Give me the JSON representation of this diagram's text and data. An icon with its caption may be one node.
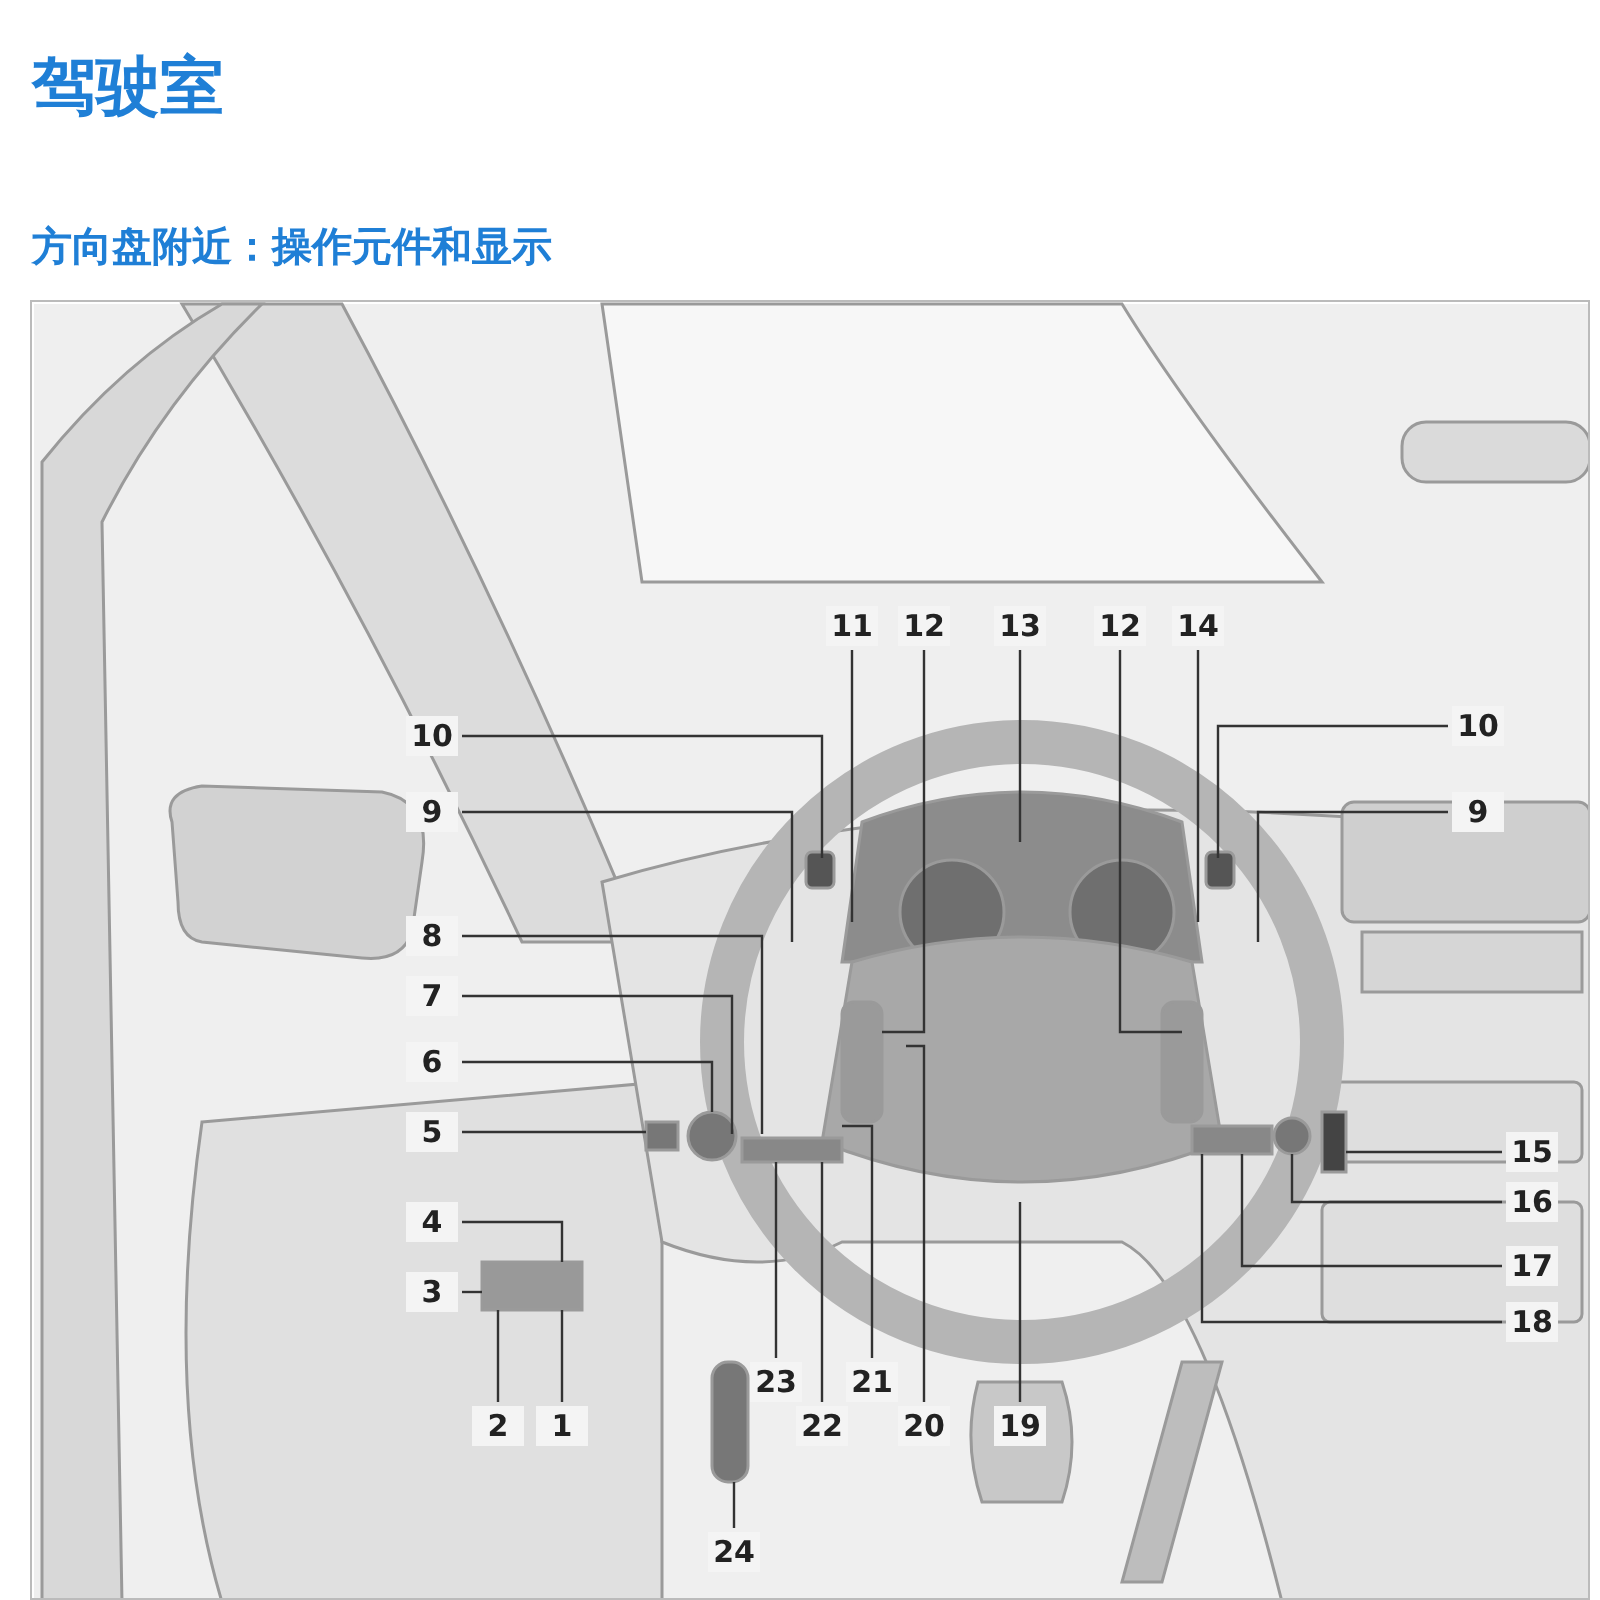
{
  "diagram": {
    "title": "驾驶室",
    "nodes": [
      {
        "text": [
          "11"
        ]
      },
      {
        "text": [
          "12"
        ]
      },
      {
        "text": [
          "13"
        ]
      },
      {
        "text": [
          "12"
        ]
      },
      {
        "text": [
          "14"
        ]
      },
      {
        "text": [
          "10"
        ]
      },
      {
        "text": [
          "10"
        ]
      },
      {
        "text": [
          "9"
        ]
      },
      {
        "text": [
          "9"
        ]
      },
      {
        "text": [
          "8"
        ]
      },
      {
        "text": [
          "7"
        ]
      },
      {
        "text": [
          "6"
        ]
      },
      {
        "text": [
          "5"
        ]
      },
      {
        "text": [
          "15"
        ]
      },
      {
        "text": [
          "16"
        ]
      },
      {
        "text": [
          "4"
        ]
      },
      {
        "text": [
          "17"
        ]
      },
      {
        "text": [
          "3"
        ]
      },
      {
        "text": [
          "18"
        ]
      },
      {
        "text": [
          "23"
        ]
      },
      {
        "text": [
          "21"
        ]
      },
      {
        "text": [
          "2"
        ]
      },
      {
        "text": [
          "1"
        ]
      },
      {
        "text": [
          "22"
        ]
      },
      {
        "text": [
          "20"
        ]
      },
      {
        "text": [
          "19"
        ]
      },
      {
        "text": [
          "24"
        ]
      }
    ],
    "edges": [
      {
        "from": 0,
        "to": null,
        "arrow": "none"
      },
      {
        "from": 1,
        "to": null,
        "arrow": "none"
      },
      {
        "from": 2,
        "to": null,
        "arrow": "none"
      },
      {
        "from": 3,
        "to": null,
        "arrow": "none"
      },
      {
        "from": 4,
        "to": null,
        "arrow": "none"
      },
      {
        "from": 5,
        "to": null,
        "arrow": "none"
      },
      {
        "from": 6,
        "to": null,
        "arrow": "none"
      },
      {
        "from": 7,
        "to": null,
        "arrow": "none"
      },
      {
        "from": 8,
        "to": null,
        "arrow": "none"
      },
      {
        "from": 9,
        "to": null,
        "arrow": "none"
      },
      {
        "from": 10,
        "to": null,
        "arrow": "none"
      },
      {
        "from": 11,
        "to": null,
        "arrow": "none"
      },
      {
        "from": 12,
        "to": null,
        "arrow": "none"
      },
      {
        "from": 13,
        "to": null,
        "arrow": "none"
      },
      {
        "from": 14,
        "to": null,
        "arrow": "none"
      },
      {
        "from": 15,
        "to": null,
        "arrow": "none"
      },
      {
        "from": 16,
        "to": null,
        "arrow": "none"
      },
      {
        "from": 17,
        "to": null,
        "arrow": "none"
      },
      {
        "from": 18,
        "to": null,
        "arrow": "none"
      },
      {
        "from": 19,
        "to": null,
        "arrow": "none"
      },
      {
        "from": 20,
        "to": null,
        "arrow": "none"
      },
      {
        "from": 21,
        "to": null,
        "arrow": "none"
      },
      {
        "from": 22,
        "to": null,
        "arrow": "none"
      },
      {
        "from": 23,
        "to": null,
        "arrow": "none"
      },
      {
        "from": 24,
        "to": null,
        "arrow": "none"
      },
      {
        "from": 25,
        "to": null,
        "arrow": "none"
      },
      {
        "from": 26,
        "to": null,
        "arrow": "none"
      }
    ],
    "labels": [
      "方向盘附近：操作元件和显示"
    ]
  }
}
